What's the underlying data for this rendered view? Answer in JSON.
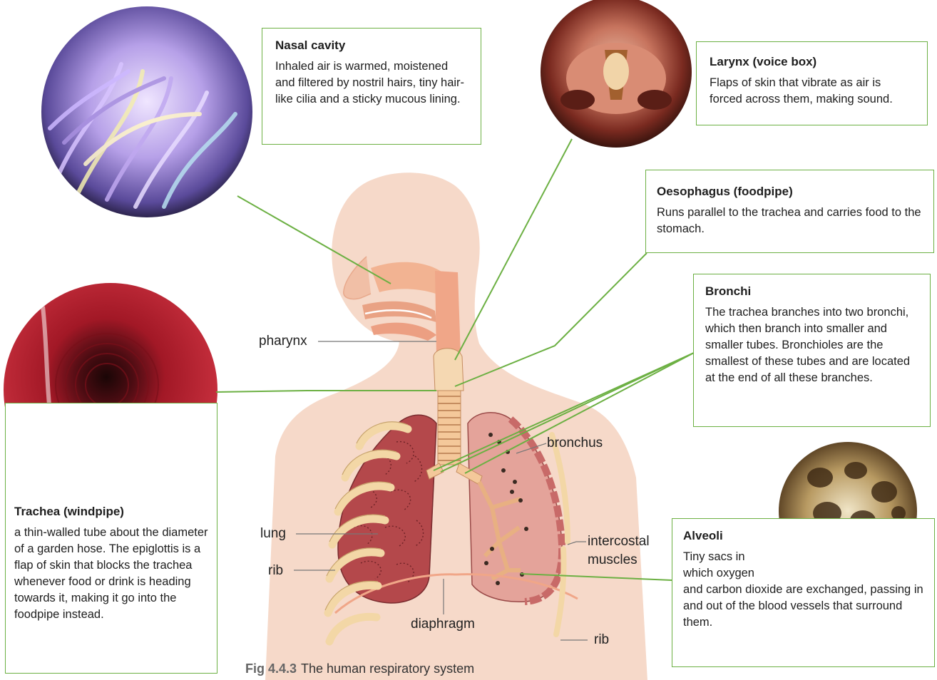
{
  "boxes": {
    "nasal": {
      "title": "Nasal cavity",
      "text": "Inhaled air is warmed, moistened and filtered by nostril hairs, tiny hair-like cilia and a sticky mucous lining."
    },
    "larynx": {
      "title": "Larynx (voice box)",
      "text": "Flaps of skin that vibrate as air is forced across them, making sound."
    },
    "oeso": {
      "title": "Oesophagus (foodpipe)",
      "text": "Runs parallel to the trachea and carries food to the stomach."
    },
    "bronchi": {
      "title": "Bronchi",
      "text": "The trachea branches into two bronchi, which then branch into smaller and smaller tubes. Bronchioles are the smallest of these tubes and are located at the end of all these branches."
    },
    "trachea": {
      "title": "Trachea (windpipe)",
      "text": "a thin-walled tube about the diameter of a garden hose. The epiglottis is a flap of skin that blocks the trachea whenever food or drink is heading towards it, making it go into the foodpipe instead."
    },
    "alveoli": {
      "title": "Alveoli",
      "text_line1": "Tiny sacs in",
      "text_line2": "which oxygen",
      "text_rest": "and carbon dioxide are exchanged, passing in and out of the blood vessels that surround them."
    }
  },
  "labels": {
    "pharynx": "pharynx",
    "bronchus": "bronchus",
    "lung": "lung",
    "rib_left": "rib",
    "intercostal_1": "intercostal",
    "intercostal_2": "muscles",
    "diaphragm": "diaphragm",
    "rib_right": "rib"
  },
  "caption": {
    "number": "Fig 4.4.3",
    "text": "The human respiratory system"
  },
  "colors": {
    "accent": "#6cb043",
    "body": "#f6d9c9",
    "lung": "#b4484b",
    "lung_right": "#e4a39a",
    "rib": "#f3d7a6",
    "trachea": "#f0b08c"
  }
}
